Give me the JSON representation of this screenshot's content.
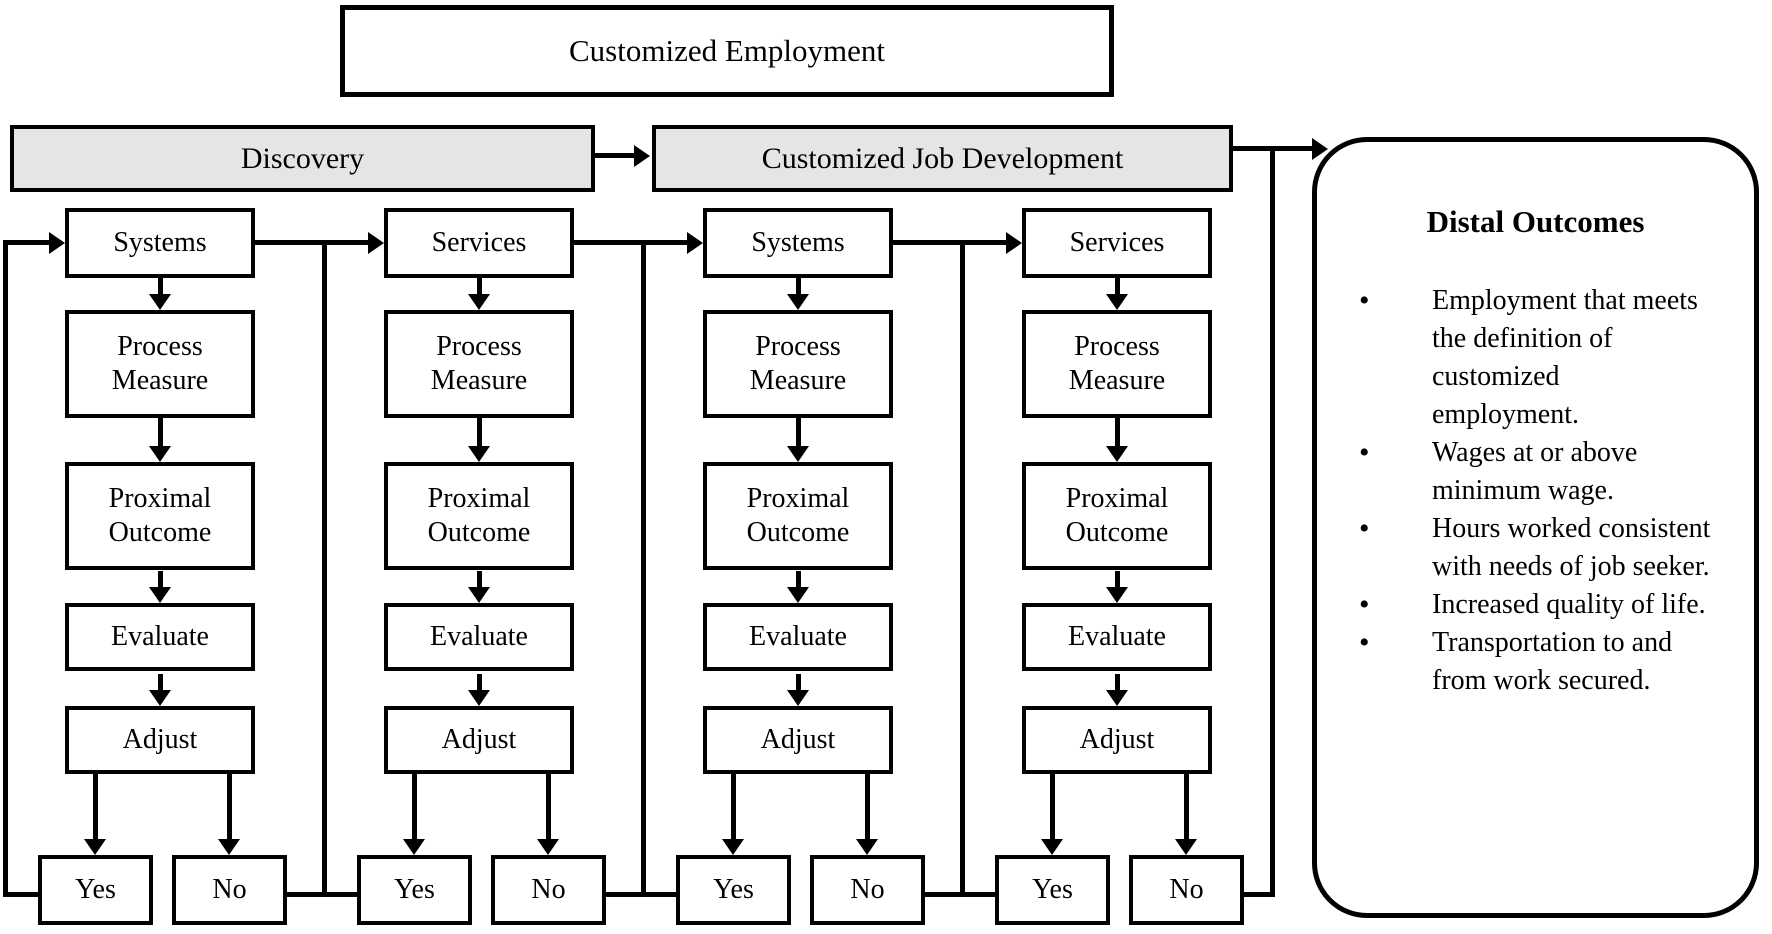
{
  "diagram": {
    "title": "Customized Employment",
    "phase_bars": [
      {
        "label": "Discovery"
      },
      {
        "label": "Customized Job Development"
      }
    ],
    "columns": [
      {
        "top": "Systems",
        "steps": [
          "Process Measure",
          "Proximal Outcome",
          "Evaluate",
          "Adjust"
        ],
        "decisions": [
          "Yes",
          "No"
        ]
      },
      {
        "top": "Services",
        "steps": [
          "Process Measure",
          "Proximal Outcome",
          "Evaluate",
          "Adjust"
        ],
        "decisions": [
          "Yes",
          "No"
        ]
      },
      {
        "top": "Systems",
        "steps": [
          "Process Measure",
          "Proximal Outcome",
          "Evaluate",
          "Adjust"
        ],
        "decisions": [
          "Yes",
          "No"
        ]
      },
      {
        "top": "Services",
        "steps": [
          "Process Measure",
          "Proximal Outcome",
          "Evaluate",
          "Adjust"
        ],
        "decisions": [
          "Yes",
          "No"
        ]
      }
    ],
    "distal": {
      "title": "Distal Outcomes",
      "bullet_glyph": "•",
      "bullets": [
        "Employment that meets the definition of customized employment.",
        "Wages at or above minimum wage.",
        "Hours worked consistent with needs of job seeker.",
        "Increased quality of life.",
        "Transportation to and from work secured."
      ]
    },
    "colors": {
      "bar_fill": "#e5e5e5",
      "line": "#000000",
      "box_fill": "#ffffff",
      "background": "#ffffff",
      "text": "#000000"
    }
  }
}
